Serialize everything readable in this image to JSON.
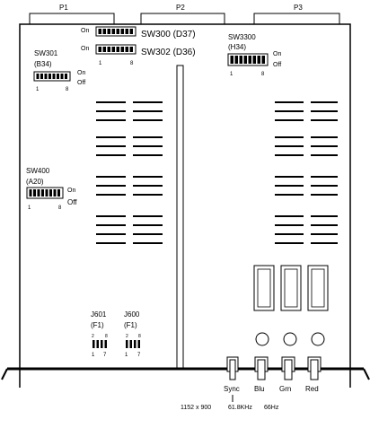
{
  "connectors": {
    "p1": "P1",
    "p2": "P2",
    "p3": "P3"
  },
  "switches": {
    "sw300": {
      "label": "SW300 (D37)",
      "on": "On"
    },
    "sw302": {
      "label": "SW302 (D36)",
      "on": "On",
      "start": "1",
      "end": "8"
    },
    "sw301": {
      "label": "SW301",
      "sub": "(B34)",
      "on": "On",
      "off": "Off",
      "start": "1",
      "end": "8"
    },
    "sw3300": {
      "label": "SW3300",
      "sub": "(H34)",
      "on": "On",
      "off": "Off",
      "start": "1",
      "end": "8"
    },
    "sw400": {
      "label": "SW400",
      "sub": "(A20)",
      "on": "On",
      "off": "Off",
      "start": "1",
      "end": "8"
    }
  },
  "jumpers": {
    "j601": {
      "label": "J601",
      "sub": "(F1)",
      "top_left": "2",
      "top_right": "8",
      "bottom_left": "1",
      "bottom_right": "7"
    },
    "j600": {
      "label": "J600",
      "sub": "(F1)",
      "top_left": "2",
      "top_right": "8",
      "bottom_left": "1",
      "bottom_right": "7"
    }
  },
  "video_ports": {
    "sync": "Sync",
    "blue": "Blu",
    "green": "Grn",
    "red": "Red"
  },
  "footer": {
    "resolution": "1152 x 900",
    "horizontal_freq": "61.8KHz",
    "vertical_freq": "66Hz"
  }
}
